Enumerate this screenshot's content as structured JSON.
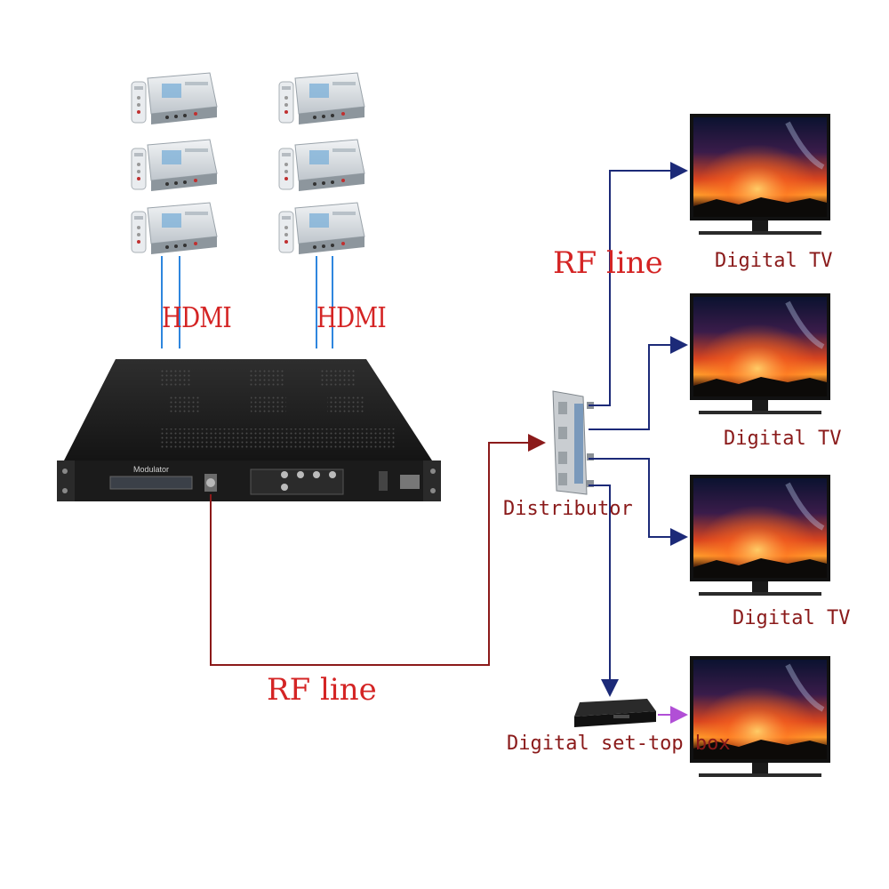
{
  "labels": {
    "hdmi_left": "HDMI",
    "hdmi_right": "HDMI",
    "rf_line_bottom": "RF line",
    "rf_line_top": "RF line",
    "distributor": "Distributor",
    "modulator": "Modulator",
    "digital_tv": [
      "Digital TV",
      "Digital TV",
      "Digital TV"
    ],
    "set_top_box": "Digital set-top box"
  },
  "colors": {
    "rf_input_line": "#8b1a1a",
    "output_line": "#1c2a78",
    "hdmi_line": "#2e86de",
    "stb_to_tv": "#b14fd6",
    "label_red": "#d42424",
    "label_dark": "#8a1a1a",
    "modulator_body": "#1e1e1e"
  },
  "icons": {
    "source_device": "satellite-receiver-with-remote-icon",
    "modulator": "rack-modulator-icon",
    "distributor": "rf-splitter-icon",
    "tv": "flat-screen-tv-icon",
    "set_top_box": "set-top-box-icon"
  }
}
